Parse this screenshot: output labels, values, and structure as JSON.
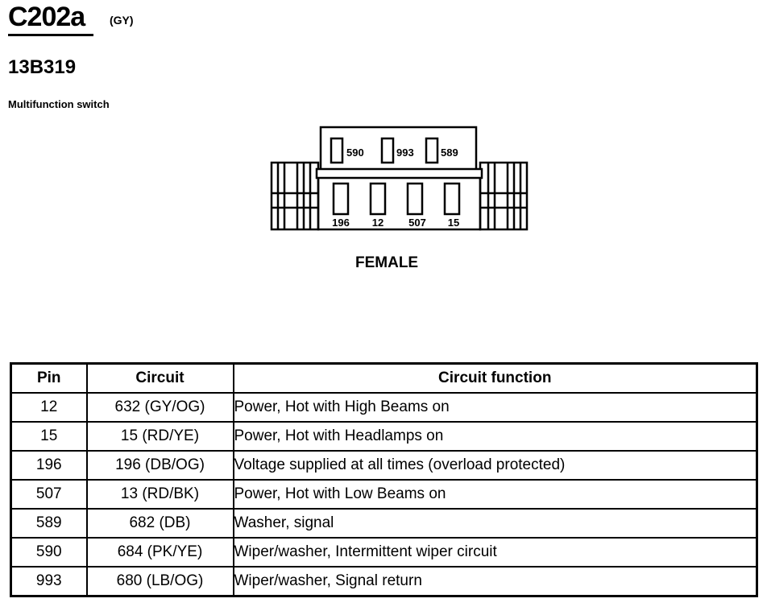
{
  "header": {
    "connector_id": "C202a",
    "color_code": "(GY)",
    "part_number": "13B319",
    "component_name": "Multifunction switch"
  },
  "connector": {
    "top_pins": [
      "590",
      "993",
      "589"
    ],
    "bottom_pins": [
      "196",
      "12",
      "507",
      "15"
    ],
    "gender": "FEMALE"
  },
  "table": {
    "headers": {
      "pin": "Pin",
      "circuit": "Circuit",
      "function": "Circuit function"
    },
    "rows": [
      {
        "pin": "12",
        "circuit": "632 (GY/OG)",
        "function": "Power, Hot with High Beams on"
      },
      {
        "pin": "15",
        "circuit": "15 (RD/YE)",
        "function": "Power, Hot with Headlamps on"
      },
      {
        "pin": "196",
        "circuit": "196 (DB/OG)",
        "function": "Voltage supplied at all times (overload protected)"
      },
      {
        "pin": "507",
        "circuit": "13 (RD/BK)",
        "function": "Power, Hot with Low Beams on"
      },
      {
        "pin": "589",
        "circuit": "682 (DB)",
        "function": "Washer, signal"
      },
      {
        "pin": "590",
        "circuit": "684 (PK/YE)",
        "function": "Wiper/washer, Intermittent wiper circuit"
      },
      {
        "pin": "993",
        "circuit": "680 (LB/OG)",
        "function": "Wiper/washer, Signal return"
      }
    ]
  }
}
